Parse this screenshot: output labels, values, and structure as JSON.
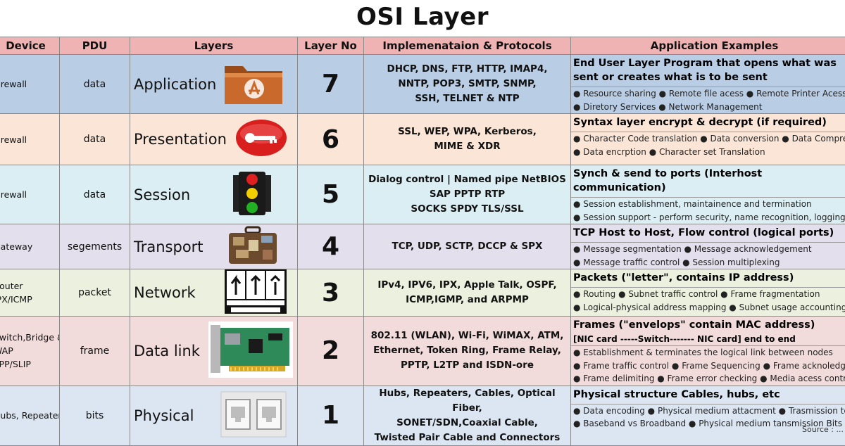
{
  "title": "OSI Layer",
  "headers": {
    "device": "Device",
    "pdu": "PDU",
    "layers": "Layers",
    "layer_no": "Layer No",
    "implementation": "Implemenataion & Protocols",
    "app_examples": "Application Examples"
  },
  "rows": [
    {
      "device": [
        "Firewall"
      ],
      "pdu": "data",
      "layer": "Application",
      "icon": "app-store-folder-icon",
      "number": "7",
      "protocols": [
        "DHCP, DNS, FTP, HTTP, IMAP4,",
        "NNTP, POP3, SMTP, SNMP,",
        "SSH, TELNET & NTP"
      ],
      "app_head": "End User Layer  Program that opens what was sent or creates what is to be sent",
      "app_sub": "",
      "bullets": [
        "● Resource sharing  ● Remote file acess  ● Remote Printer Acess",
        "● Diretory Services  ● Network Management"
      ]
    },
    {
      "device": [
        "Firewall"
      ],
      "pdu": "data",
      "layer": "Presentation",
      "icon": "key-icon",
      "number": "6",
      "protocols": [
        "SSL, WEP, WPA, Kerberos,",
        "MIME & XDR"
      ],
      "app_head": "Syntax layer  encrypt & decrypt (if required)",
      "app_sub": "",
      "bullets": [
        "● Character Code translation  ● Data conversion  ● Data Compression",
        "● Data encrption  ● Character set Translation"
      ]
    },
    {
      "device": [
        "Firewall"
      ],
      "pdu": "data",
      "layer": "Session",
      "icon": "traffic-light-icon",
      "number": "5",
      "protocols": [
        "Dialog control  |  Named pipe    NetBIOS",
        "SAP     PPTP     RTP",
        "SOCKS     SPDY     TLS/SSL"
      ],
      "app_head": "Synch & send to ports (Interhost communication)",
      "app_sub": "",
      "bullets": [
        "● Session establishment, maintainence and termination",
        "● Session support  - perform security, name recognition, logging, etc"
      ]
    },
    {
      "device": [
        "Gateway"
      ],
      "pdu": "segements",
      "layer": "Transport",
      "icon": "suitcase-icon",
      "number": "4",
      "protocols": [
        "TCP, UDP, SCTP, DCCP & SPX"
      ],
      "app_head": "TCP Host to Host, Flow control (logical ports)",
      "app_sub": "",
      "bullets": [
        "● Message segmentation  ● Message acknowledgement",
        "● Message traffic control  ● Session multiplexing"
      ]
    },
    {
      "device": [
        "Router",
        "IPX/ICMP"
      ],
      "pdu": "packet",
      "layer": "Network",
      "icon": "road-signs-icon",
      "number": "3",
      "protocols": [
        "IPv4, IPV6, IPX, Apple Talk, OSPF,",
        "ICMP,IGMP, and ARPMP"
      ],
      "app_head": "Packets (\"letter\", contains IP address)",
      "app_sub": "",
      "bullets": [
        "● Routing  ● Subnet traffic control  ● Frame fragmentation",
        "● Logical-physical address mapping  ● Subnet usage accounting"
      ]
    },
    {
      "device": [
        "Switch,Bridge &",
        "WAP",
        "PPP/SLIP"
      ],
      "pdu": "frame",
      "layer": "Data link",
      "icon": "network-card-icon",
      "number": "2",
      "protocols": [
        "802.11 (WLAN), Wi-Fi, WiMAX, ATM,",
        "Ethernet, Token Ring, Frame Relay,",
        "PPTP, L2TP and ISDN-ore"
      ],
      "app_head": "Frames (\"envelops\" contain MAC address)",
      "app_sub": "[NIC card  -----Switch-------  NIC card]  end to end",
      "bullets": [
        "● Establishment & terminates the logical link between nodes",
        "● Frame traffic control  ● Frame Sequencing  ● Frame acknoledgment",
        "● Frame delimiting  ● Frame error checking  ● Media acess control"
      ]
    },
    {
      "device": [
        "Hubs, Repeaters"
      ],
      "pdu": "bits",
      "layer": "Physical",
      "icon": "ethernet-port-icon",
      "number": "1",
      "protocols": [
        "Hubs, Repeaters, Cables, Optical Fiber,",
        "SONET/SDN,Coaxial Cable,",
        "Twisted Pair Cable and Connectors"
      ],
      "app_head": "Physical structure Cables, hubs, etc",
      "app_sub": "",
      "bullets": [
        "● Data encoding  ● Physical medium attacment  ● Trasmission technique",
        "● Baseband vs Broadband  ● Physical medium tansmission Bits & Volts"
      ]
    }
  ],
  "source": "Source : ..."
}
